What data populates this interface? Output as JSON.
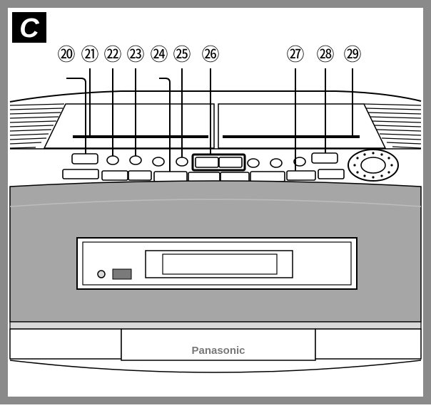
{
  "section_letter": "C",
  "brand": "Panasonic",
  "callouts": [
    "⑳",
    "㉑",
    "㉒",
    "㉓",
    "㉔",
    "㉕",
    "㉖",
    "㉗",
    "㉘",
    "㉙"
  ],
  "colors": {
    "frame": "#8a8a8a",
    "body_gray": "#a6a6a6",
    "light_gray": "#d9d9d9",
    "label_bg": "#000000",
    "line": "#000000"
  }
}
